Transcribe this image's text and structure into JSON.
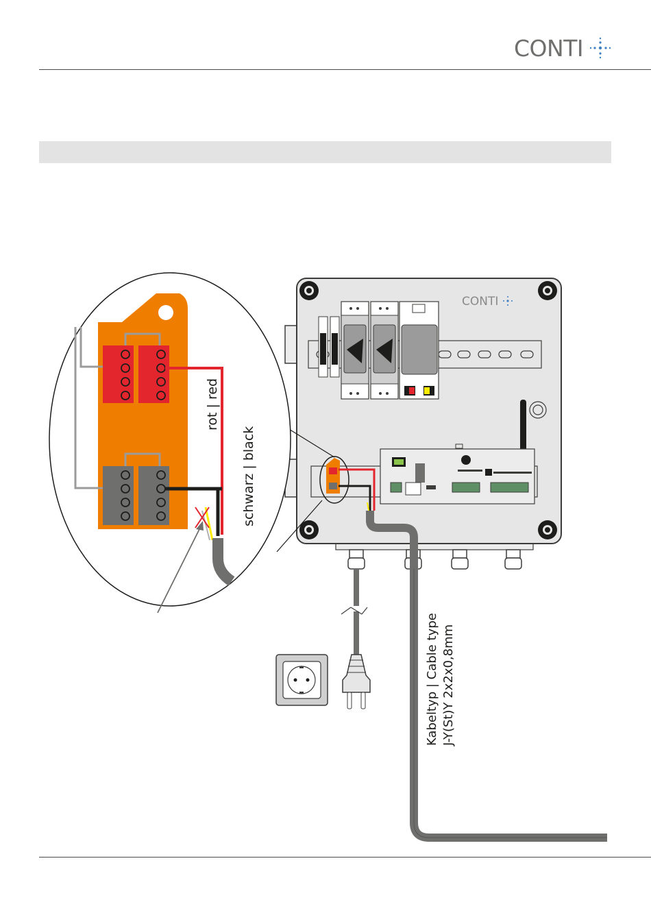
{
  "header": {
    "brand": "CONTI"
  },
  "diagram": {
    "box_brand": "CONTI",
    "wire_red_label": "rot | red",
    "wire_black_label": "schwarz | black",
    "cable_label_line1": "Kabeltyp | Cable type",
    "cable_label_line2": "J-Y(St)Y 2x2x0,8mm"
  },
  "colors": {
    "orange": "#ef7d00",
    "red_terminal": "#e3262d",
    "grey_terminal": "#6f6f6e",
    "cable_grey": "#6f6f6e",
    "box_fill": "#e6e6e6",
    "logo_blue": "#3d7fc1"
  },
  "icons": [
    "conti-plus-icon",
    "wall-socket-icon",
    "power-plug-icon",
    "antenna-icon",
    "cable-gland-icon",
    "crossed-out-wires-icon"
  ]
}
